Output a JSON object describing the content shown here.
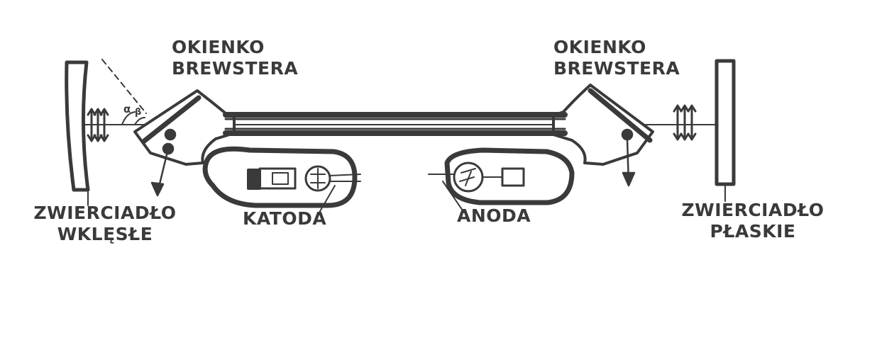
{
  "labels": {
    "brewster_left": [
      "OKIENKO",
      "BREWSTERA"
    ],
    "brewster_right": [
      "OKIENKO",
      "BREWSTERA"
    ],
    "mirror_concave": [
      "ZWIERCIADŁO",
      "WKLĘSŁE"
    ],
    "mirror_flat": [
      "ZWIERCIADŁO",
      "PŁASKIE"
    ],
    "cathode": "KATODA",
    "anode": "ANODA",
    "angle_alpha": "α",
    "angle_beta": "β"
  },
  "colors": {
    "ink": "#3a3a3a",
    "paper": "#ffffff"
  }
}
